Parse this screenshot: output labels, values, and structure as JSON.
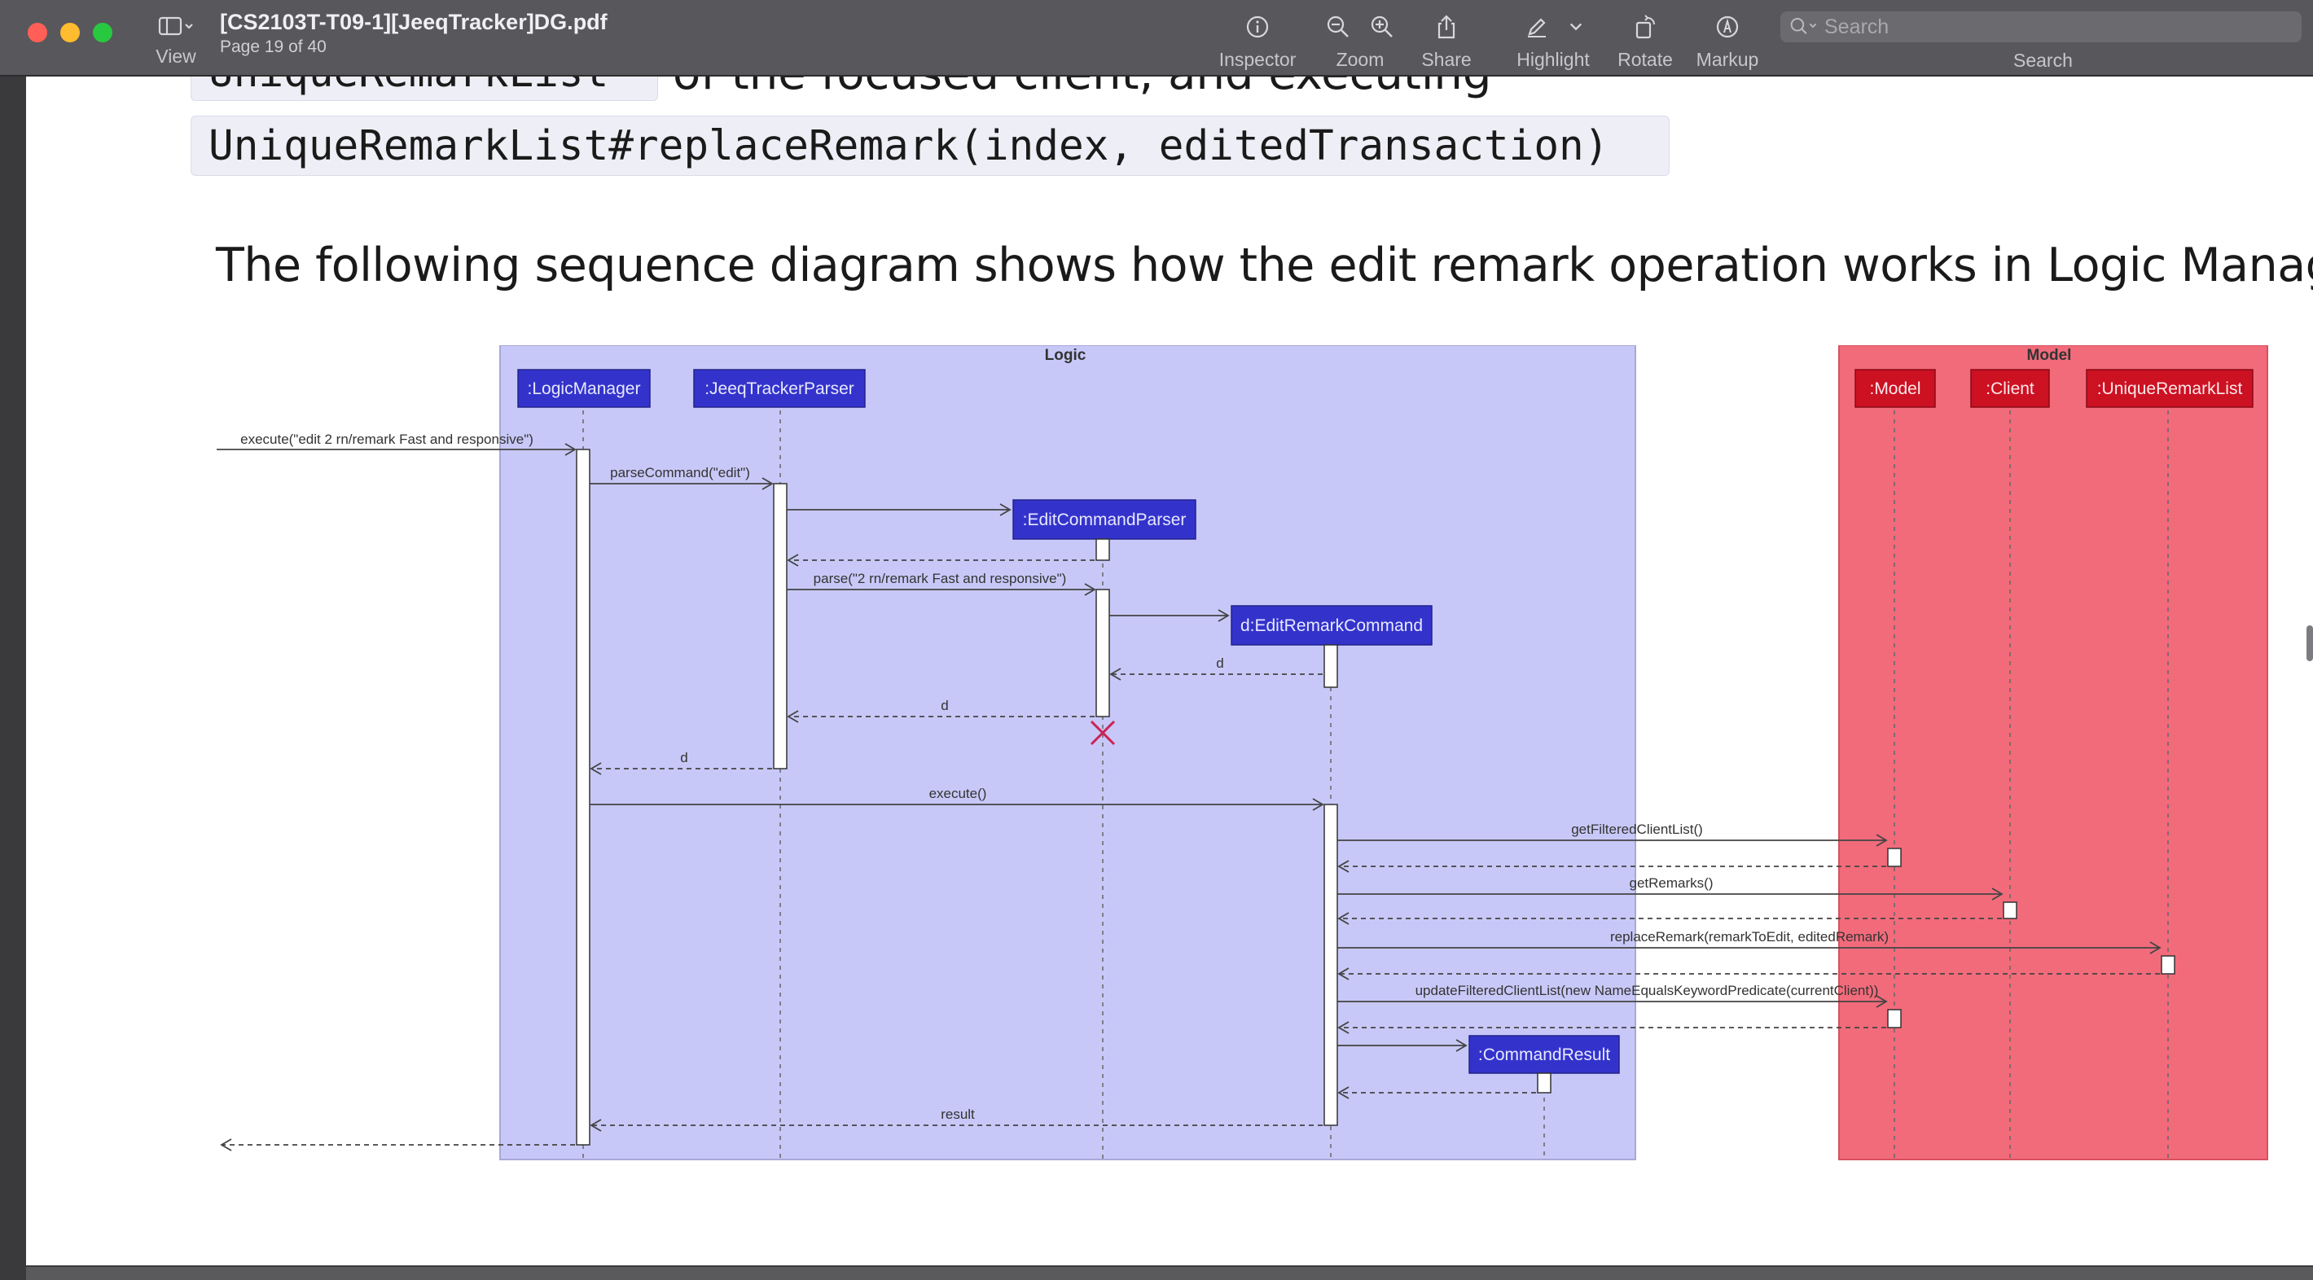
{
  "window": {
    "title": "[CS2103T-T09-1][JeeqTracker]DG.pdf",
    "page_info": "Page 19 of 40",
    "view_label": "View"
  },
  "toolbar": {
    "inspector": "Inspector",
    "zoom": "Zoom",
    "share": "Share",
    "highlight": "Highlight",
    "rotate": "Rotate",
    "markup": "Markup",
    "search_label": "Search",
    "search_placeholder": "Search"
  },
  "colors": {
    "toolbar_bg": "#58575b",
    "logic_frame": "#c8c8f8",
    "model_frame": "#f26b7b",
    "logic_participant": "#3333cc",
    "model_participant": "#cc1122",
    "destroy_mark": "#cc2255"
  },
  "content": {
    "code_top_partial": "UniqueRemarkList",
    "prose_partial": "of the focused client, and executing",
    "code_line": "UniqueRemarkList#replaceRemark(index, editedTransaction)",
    "caption": "The following sequence diagram shows how the edit remark operation works in Logic Manager:"
  },
  "diagram": {
    "frames": {
      "logic": "Logic",
      "model": "Model"
    },
    "participants": {
      "logic_manager": ":LogicManager",
      "parser": ":JeeqTrackerParser",
      "edit_command_parser": ":EditCommandParser",
      "edit_remark_command": "d:EditRemarkCommand",
      "command_result": ":CommandResult",
      "model": ":Model",
      "client": ":Client",
      "unique_remark_list": ":UniqueRemarkList"
    },
    "messages": {
      "m1": "execute(\"edit 2 rn/remark Fast and responsive\")",
      "m2": "parseCommand(\"edit\")",
      "m3": "parse(\"2 rn/remark Fast and responsive\")",
      "r1": "d",
      "r2": "d",
      "r3": "d",
      "m4": "execute()",
      "m5": "getFilteredClientList()",
      "m6": "getRemarks()",
      "m7": "replaceRemark(remarkToEdit, editedRemark)",
      "m8": "updateFilteredClientList(new NameEqualsKeywordPredicate(currentClient))",
      "r4": "result"
    }
  }
}
